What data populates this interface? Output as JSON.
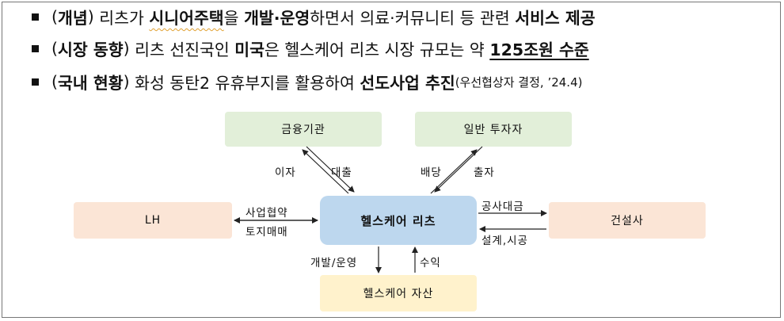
{
  "bullets": [
    {
      "tag_open": "(",
      "tag": "개념",
      "tag_close": ")",
      "t1": " 리츠가 ",
      "b1": "시니어주택",
      "t2": "을 ",
      "b2": "개발·운영",
      "t3": "하면서 의료·커뮤니티 등 관련 ",
      "b3": "서비스 제공"
    },
    {
      "tag_open": "(",
      "tag": "시장 동향",
      "tag_close": ")",
      "t1": " 리츠 선진국인 ",
      "b1": "미국",
      "t2": "은 헬스케어 리츠 시장 규모는 약 ",
      "b2": "125조원 수준"
    },
    {
      "tag_open": "(",
      "tag": "국내 현황",
      "tag_close": ")",
      "t1": " 화성 동탄2 유휴부지를 활용하여 ",
      "b1": "선도사업 추진",
      "note": "(우선협상자 결정, ’24.4)"
    }
  ],
  "diagram": {
    "nodes": {
      "finance": "금융기관",
      "investor": "일반 투자자",
      "lh": "LH",
      "reit": "헬스케어 리츠",
      "builder": "건설사",
      "asset": "헬스케어 자산"
    },
    "edges": {
      "interest": "이자",
      "loan": "대출",
      "dividend": "배당",
      "investment": "출자",
      "partnership": "사업협약",
      "land_sale": "토지매매",
      "construction_payment": "공사대금",
      "design_build": "설계,시공",
      "develop_operate": "개발/운영",
      "revenue": "수익"
    }
  },
  "colors": {
    "green": "#e2efd9",
    "peach": "#fbe5d6",
    "blue": "#bdd7ee",
    "yellow": "#fff2cc"
  }
}
